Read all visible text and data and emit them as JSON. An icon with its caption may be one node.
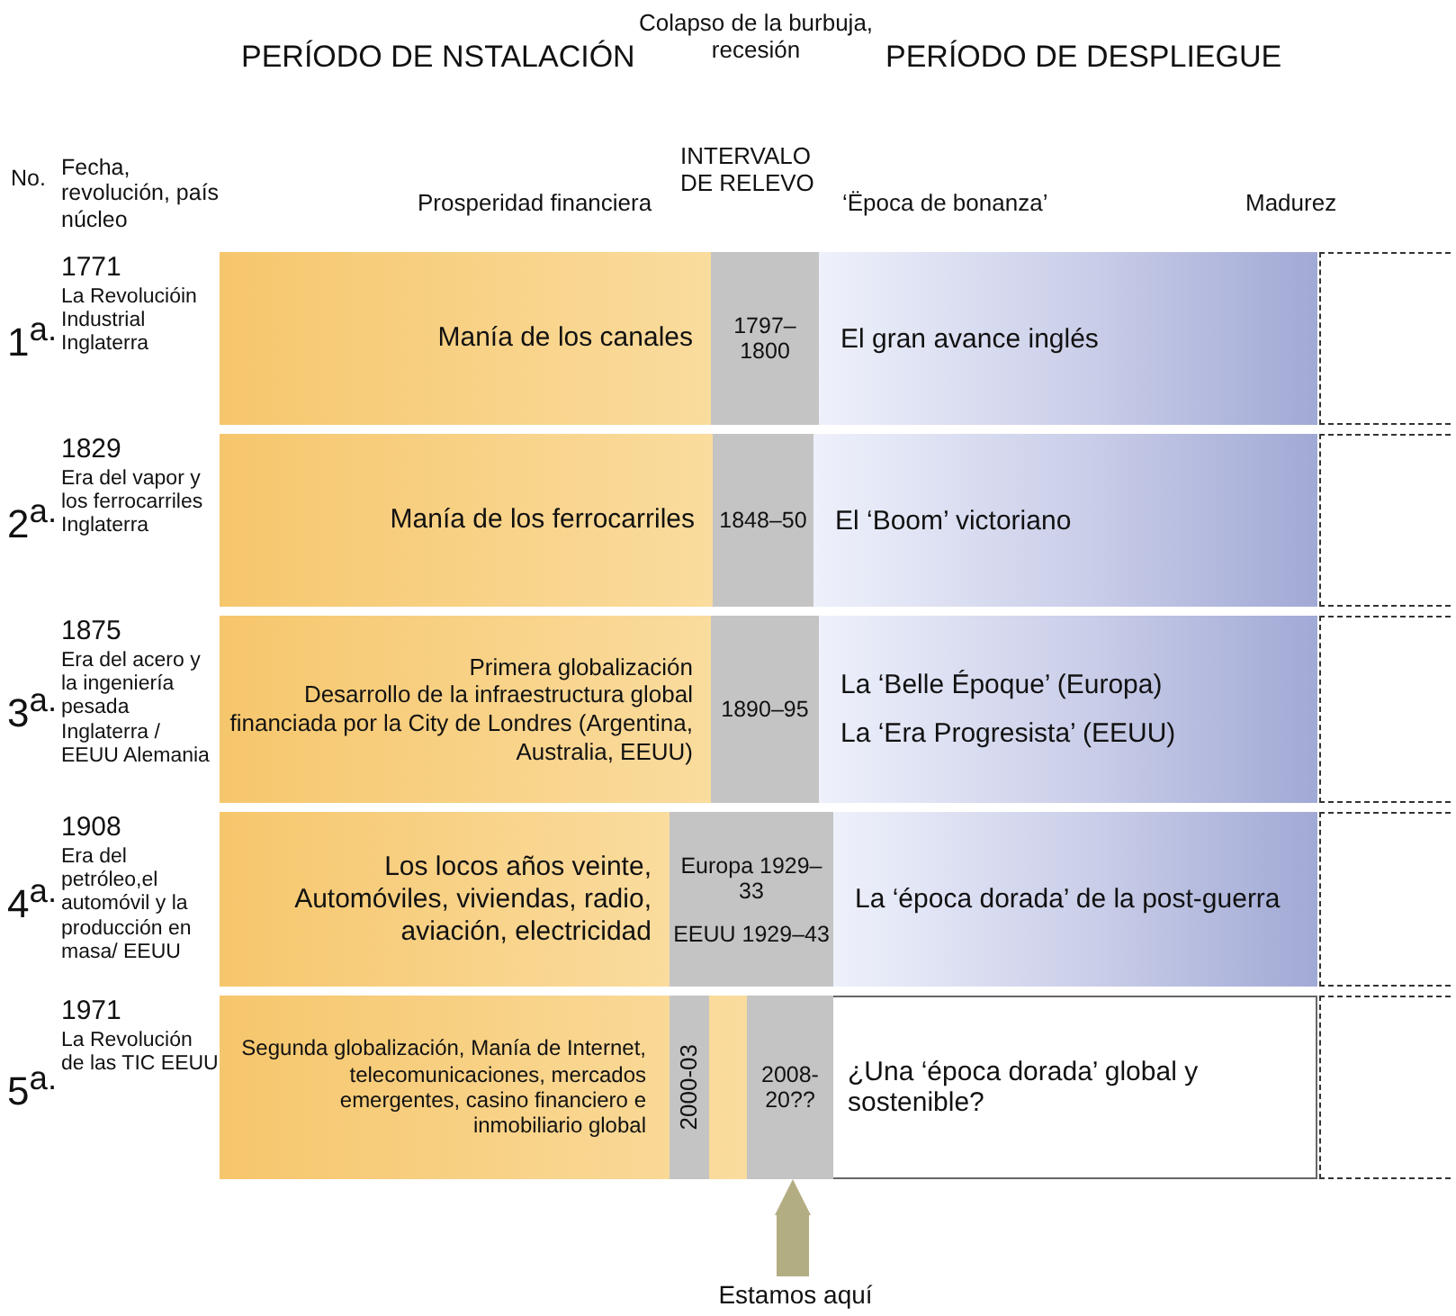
{
  "diagram": {
    "nodes": [
      {
        "text": [
          "Manía de los canales"
        ]
      },
      {
        "text": [
          "1797–1800"
        ]
      },
      {
        "text": [
          "El gran avance inglés"
        ]
      },
      {
        "text": [],
        "shape": "box"
      },
      {
        "text": [
          "Manía de los ferrocarriles"
        ]
      },
      {
        "text": [
          "1848–50"
        ]
      },
      {
        "text": [
          "El ‘Boom’ victoriano"
        ]
      },
      {
        "text": [],
        "shape": "box"
      },
      {
        "text": [
          "Primera globalización",
          "Desarrollo de la infraestructura global financiada por la City de Londres (Argentina, Australia, EEUU)"
        ]
      },
      {
        "text": [
          "1890–95"
        ]
      },
      {
        "text": [
          "La ‘Belle Époque’ (Europa)",
          "La ‘Era Progresista’ (EEUU)"
        ]
      },
      {
        "text": [],
        "shape": "box"
      },
      {
        "text": [
          "Los locos años veinte,",
          "Automóviles, viviendas, radio, aviación, electricidad"
        ]
      },
      {
        "text": [
          "Europa 1929–33",
          "EEUU 1929–43"
        ]
      },
      {
        "text": [
          "La ‘época dorada’ de la post-guerra"
        ]
      },
      {
        "text": [],
        "shape": "box"
      },
      {
        "text": [
          "Segunda globalización, Manía de Internet, telecomunicaciones, mercados emergentes, casino financiero e inmobiliario global"
        ]
      },
      {
        "text": [
          "2000-03"
        ],
        "in": 16
      },
      {
        "text": [
          "2008-20??"
        ]
      },
      {
        "text": [
          "¿Una ‘época dorada’ global y sostenible?"
        ]
      },
      {
        "text": [],
        "shape": "box"
      },
      {
        "text": [
          "Estamos aquí"
        ]
      }
    ],
    "edges": [
      {
        "from": 21,
        "to": 18,
        "arrow": "to"
      }
    ],
    "labels": [
      "PERÍODO DE NSTALACIÓN",
      "Colapso de la burbuja, recesión",
      "PERÍODO DE DESPLIEGUE",
      "No.",
      "Fecha, revolución, país núcleo",
      "Prosperidad financiera",
      "INTERVALO DE RELEVO",
      "‘Ëpoca de bonanza’",
      "Madurez",
      "1$^{a.}$",
      "1771",
      "La Revolucióin Industrial Inglaterra",
      "2$^{a.}$",
      "1829",
      "Era del vapor y los ferrocarriles Inglaterra",
      "3$^{a.}$",
      "1875",
      "Era del acero y la ingeniería pesada Inglaterra / EEUU Alemania",
      "4$^{a.}$",
      "1908",
      "Era del petróleo,el automóvil y la producción en masa/ EEUU",
      "5$^{a.}$",
      "1971",
      "La Revolución de las TIC EEUU"
    ]
  }
}
